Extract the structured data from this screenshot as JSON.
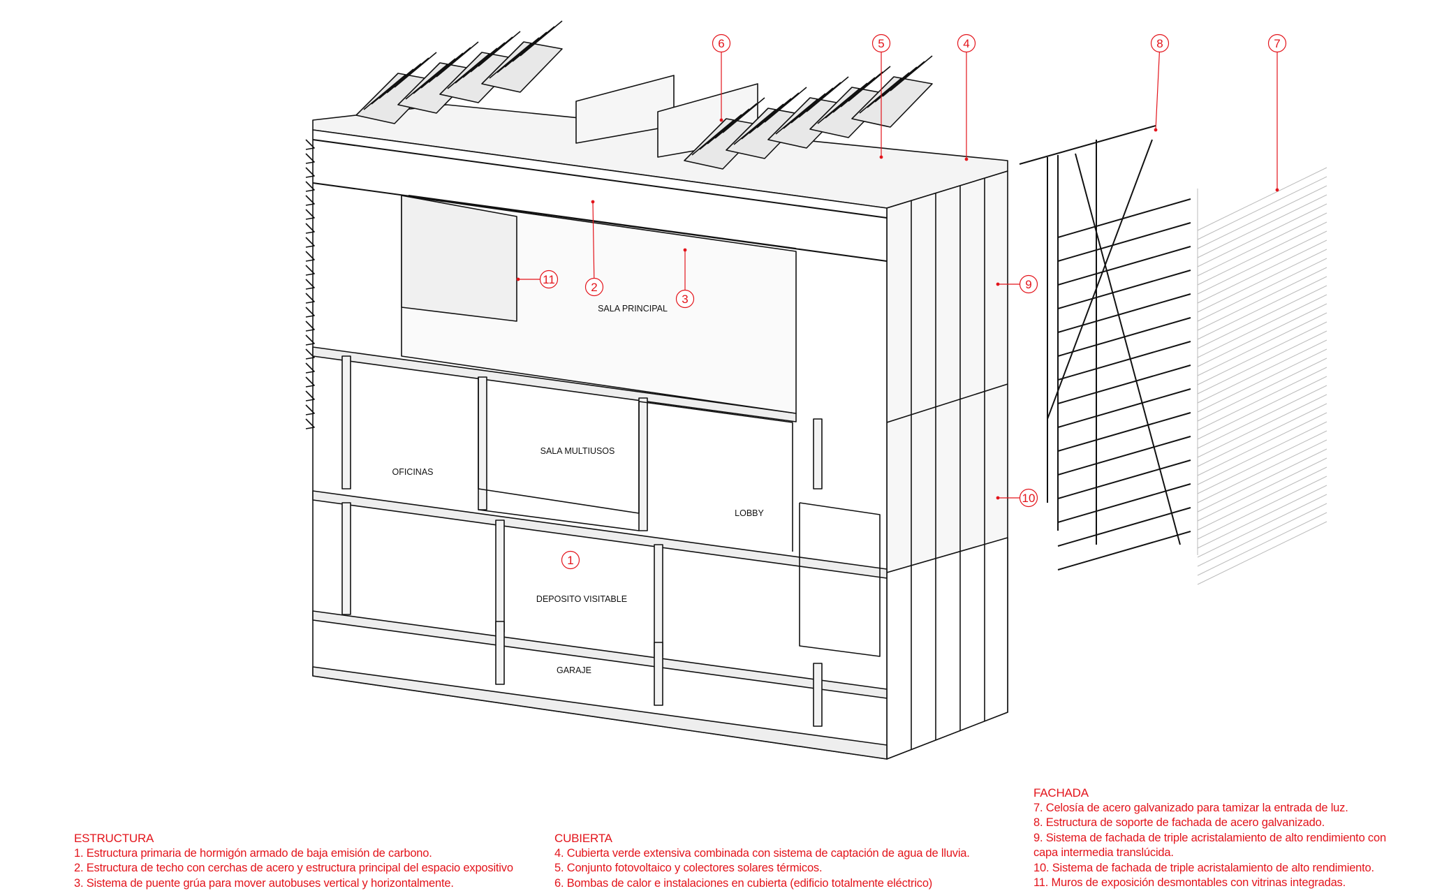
{
  "rooms": {
    "sala_principal": "SALA PRINCIPAL",
    "sala_multiusos": "SALA MULTIUSOS",
    "oficinas": "OFICINAS",
    "lobby": "LOBBY",
    "deposito": "DEPOSITO VISITABLE",
    "garaje": "GARAJE"
  },
  "callouts": [
    "1",
    "2",
    "3",
    "4",
    "5",
    "6",
    "7",
    "8",
    "9",
    "10",
    "11"
  ],
  "accent_color": "#e3141b",
  "legend": {
    "estructura": {
      "title": "ESTRUCTURA",
      "items": [
        "1. Estructura primaria de hormigón armado de baja emisión de carbono.",
        "2. Estructura de techo con cerchas de acero y estructura principal del espacio expositivo",
        "3. Sistema de puente grúa para mover autobuses vertical y horizontalmente."
      ]
    },
    "cubierta": {
      "title": "CUBIERTA",
      "items": [
        "4. Cubierta verde extensiva combinada con sistema de captación de agua de lluvia.",
        "5. Conjunto fotovoltaico y colectores solares térmicos.",
        "6. Bombas de calor e instalaciones en cubierta (edificio totalmente eléctrico)"
      ]
    },
    "fachada": {
      "title": "FACHADA",
      "items": [
        "7. Celosía de acero galvanizado para tamizar la entrada de luz.",
        "8. Estructura de soporte de fachada de acero galvanizado.",
        "9. Sistema de fachada de triple acristalamiento de alto rendimiento con",
        "capa intermedia translúcida.",
        "10. Sistema de fachada de triple acristalamiento de alto rendimiento.",
        "11. Muros de exposición desmontables con vitrinas integradas."
      ]
    }
  }
}
